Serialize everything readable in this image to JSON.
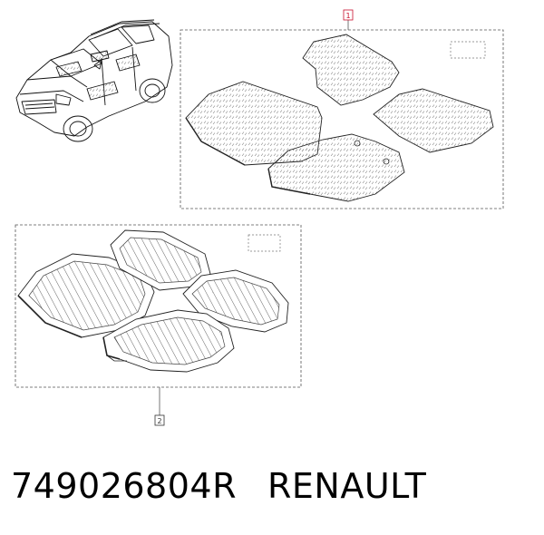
{
  "diagram": {
    "callouts": [
      {
        "label": "1",
        "color": "#c8102e"
      },
      {
        "label": "2",
        "color": "#333333"
      }
    ]
  },
  "caption": {
    "part_number": "749026804R",
    "brand": "RENAULT"
  }
}
